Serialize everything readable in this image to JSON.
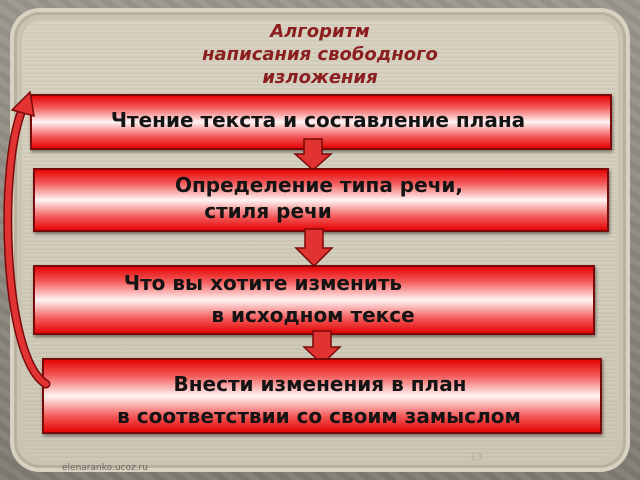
{
  "title": {
    "line1": "Алгоритм",
    "line2": "написания  свободного",
    "line3": "изложения"
  },
  "steps": [
    {
      "line1": "Чтение текста и составление плана"
    },
    {
      "line1": "Определение типа речи,",
      "line2": "стиля речи"
    },
    {
      "line1": "Что вы хотите изменить",
      "line2": "в исходном тексе"
    },
    {
      "line1": "Внести изменения в план",
      "line2": "в соответствии со своим замыслом"
    }
  ],
  "footer": {
    "site": "elenaranko.ucoz.ru",
    "page_number": "13"
  },
  "colors": {
    "box_red": "#e50505",
    "title": "#8b1e1e",
    "arrow": "#e23333"
  }
}
